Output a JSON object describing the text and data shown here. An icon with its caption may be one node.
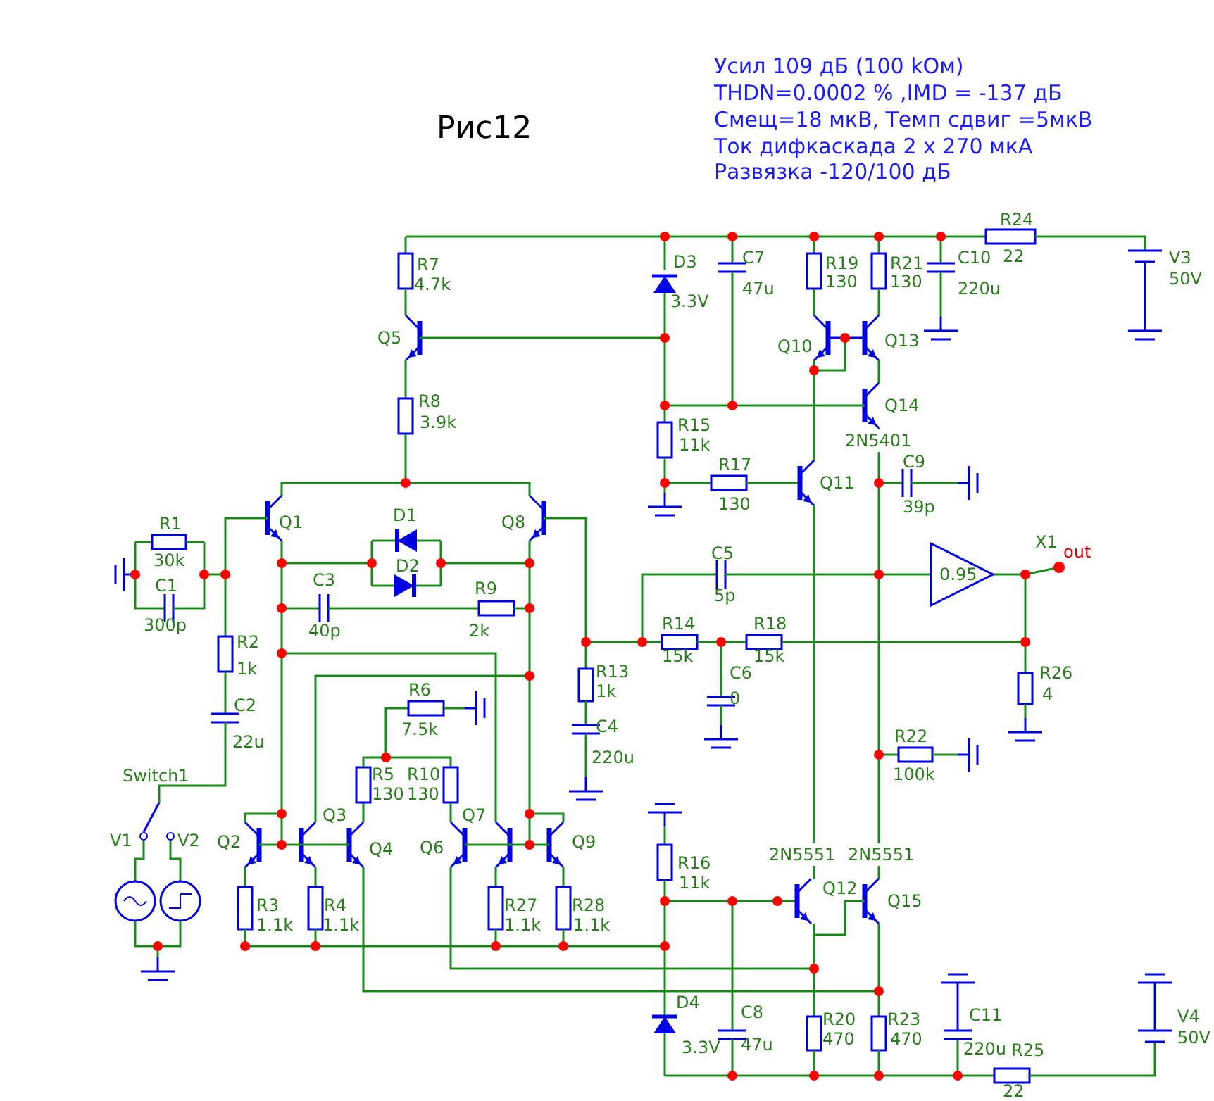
{
  "diagram": {
    "title": "Рис12",
    "nodes": [
      {
        "text": [
          "0.95"
        ],
        "beside": [
          "X1"
        ]
      }
    ],
    "labels": [
      "Усил 109 дБ (100 kOм)",
      "THDN=0.0002 % ,IMD = -137 дБ",
      "Смещ=18 мкВ, Темп сдвиг =5мкВ",
      "Ток дифкаскада 2 х 270 мкА",
      "Развязка -120/100 дБ",
      "R24",
      "R7",
      "D3",
      "C7",
      "R19",
      "R21",
      "C10",
      "22",
      "V3",
      "4.7k",
      "3.3V",
      "47u",
      "130",
      "130",
      "220u",
      "50V",
      "Q5",
      "Q10",
      "Q13",
      "R8",
      "Q14",
      "3.9k",
      "R15",
      "11k",
      "2N5401",
      "R17",
      "C9",
      "Q11",
      "130",
      "39p",
      "R1",
      "Q1",
      "D1",
      "Q8",
      "30k",
      "D2",
      "C5",
      "out",
      "C1",
      "C3",
      "R9",
      "5p",
      "300p",
      "40p",
      "2k",
      "R14",
      "R18",
      "R2",
      "15k",
      "15k",
      "1k",
      "R13",
      "C6",
      "R26",
      "R6",
      "1k",
      "0",
      "4",
      "C2",
      "22u",
      "7.5k",
      "C4",
      "R22",
      "220u",
      "Switch1",
      "R5",
      "R10",
      "100k",
      "130",
      "130",
      "Q3",
      "Q7",
      "V1",
      "V2",
      "Q2",
      "Q4",
      "Q6",
      "Q9",
      "R16",
      "2N5551",
      "2N5551",
      "11k",
      "R3",
      "R4",
      "R27",
      "R28",
      "Q12",
      "Q15",
      "1.1k",
      "1.1k",
      "1.1k",
      "1.1k",
      "D4",
      "C8",
      "R20",
      "R23",
      "C11",
      "V4",
      "3.3V",
      "47u",
      "470",
      "470",
      "220u",
      "R25",
      "50V",
      "22"
    ]
  }
}
